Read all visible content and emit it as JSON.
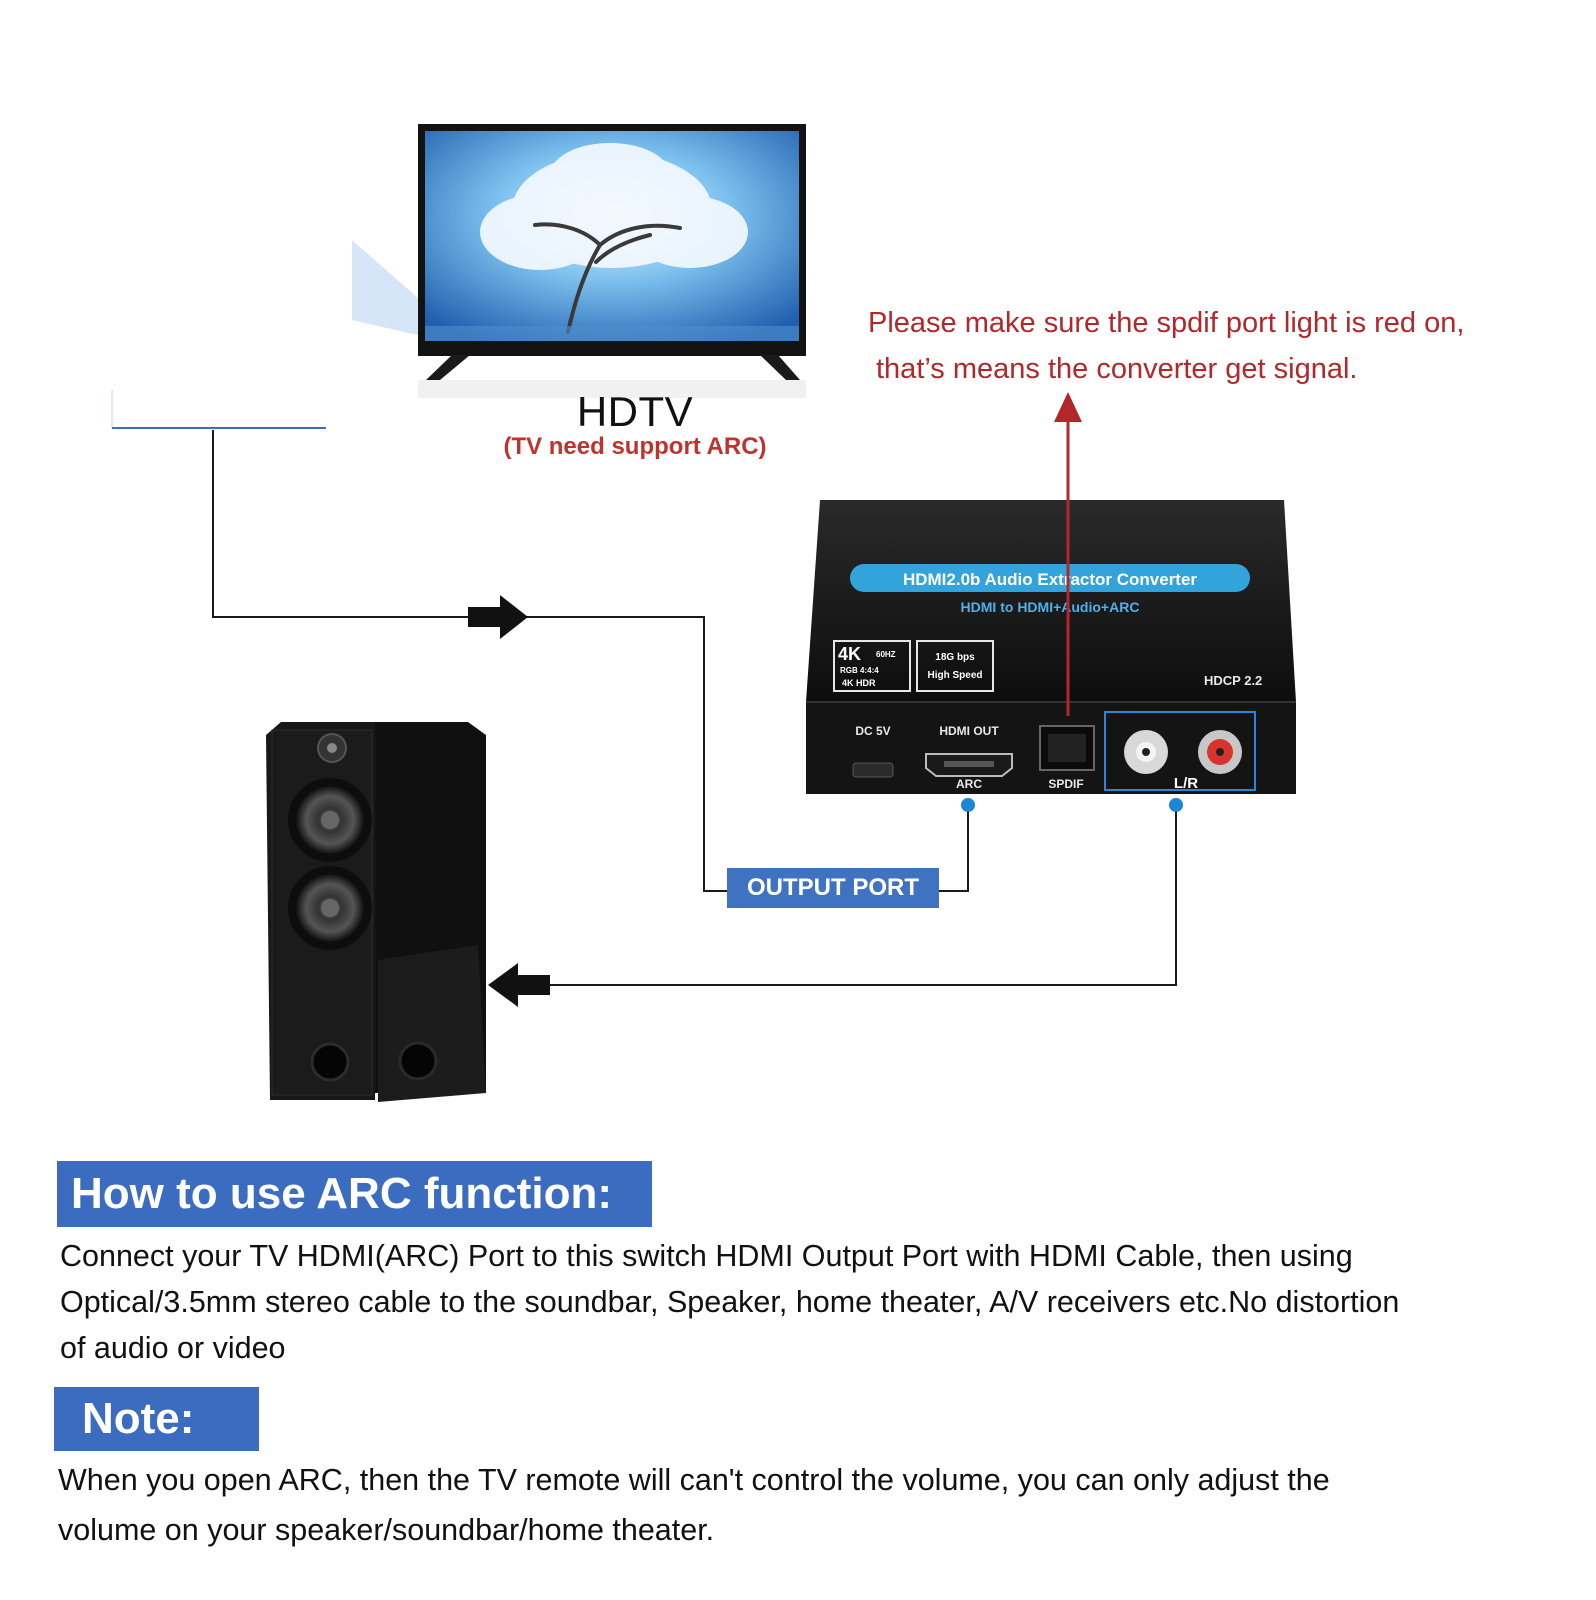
{
  "tv": {
    "label": "HDTV",
    "sublabel": "(TV need support ARC)"
  },
  "notice": {
    "line1": "Please make sure the spdif port light is red on,",
    "line2": "that’s means the converter get signal."
  },
  "device": {
    "title": "HDMI2.0b Audio Extractor Converter",
    "subtitle": "HDMI to HDMI+Audio+ARC",
    "badge_4k": "4K",
    "badge_hz": "60HZ",
    "badge_rgb": "RGB 4:4:4",
    "badge_hdr": "4K  HDR",
    "badge_speed1": "18G bps",
    "badge_speed2": "High Speed",
    "hdcp": "HDCP 2.2",
    "port_dc": "DC 5V",
    "port_hdmi_out": "HDMI OUT",
    "port_arc": "ARC",
    "port_spdif": "SPDIF",
    "port_lr": "L/R"
  },
  "output_port_label": "OUTPUT PORT",
  "arc_section": {
    "heading": "How to use ARC function:",
    "lines": [
      "Connect your TV HDMI(ARC) Port to this switch HDMI Output Port with HDMI Cable, then using",
      "Optical/3.5mm stereo cable to the soundbar, Speaker, home theater, A/V receivers etc.No distortion",
      "of audio or video"
    ]
  },
  "note_section": {
    "heading": "Note:",
    "lines": [
      "When you open ARC, then the TV remote will can't control the volume, you can only adjust the",
      "volume on your speaker/soundbar/home theater."
    ]
  },
  "colors": {
    "accent_blue": "#3b6cc0",
    "warning_red": "#b2282a",
    "connector_blue": "#1f86d6",
    "device_black": "#151515"
  },
  "icons": [
    "tv-icon",
    "speaker-icon",
    "arrow-right-icon",
    "arrow-left-icon",
    "arrow-up-icon",
    "converter-device-icon"
  ]
}
